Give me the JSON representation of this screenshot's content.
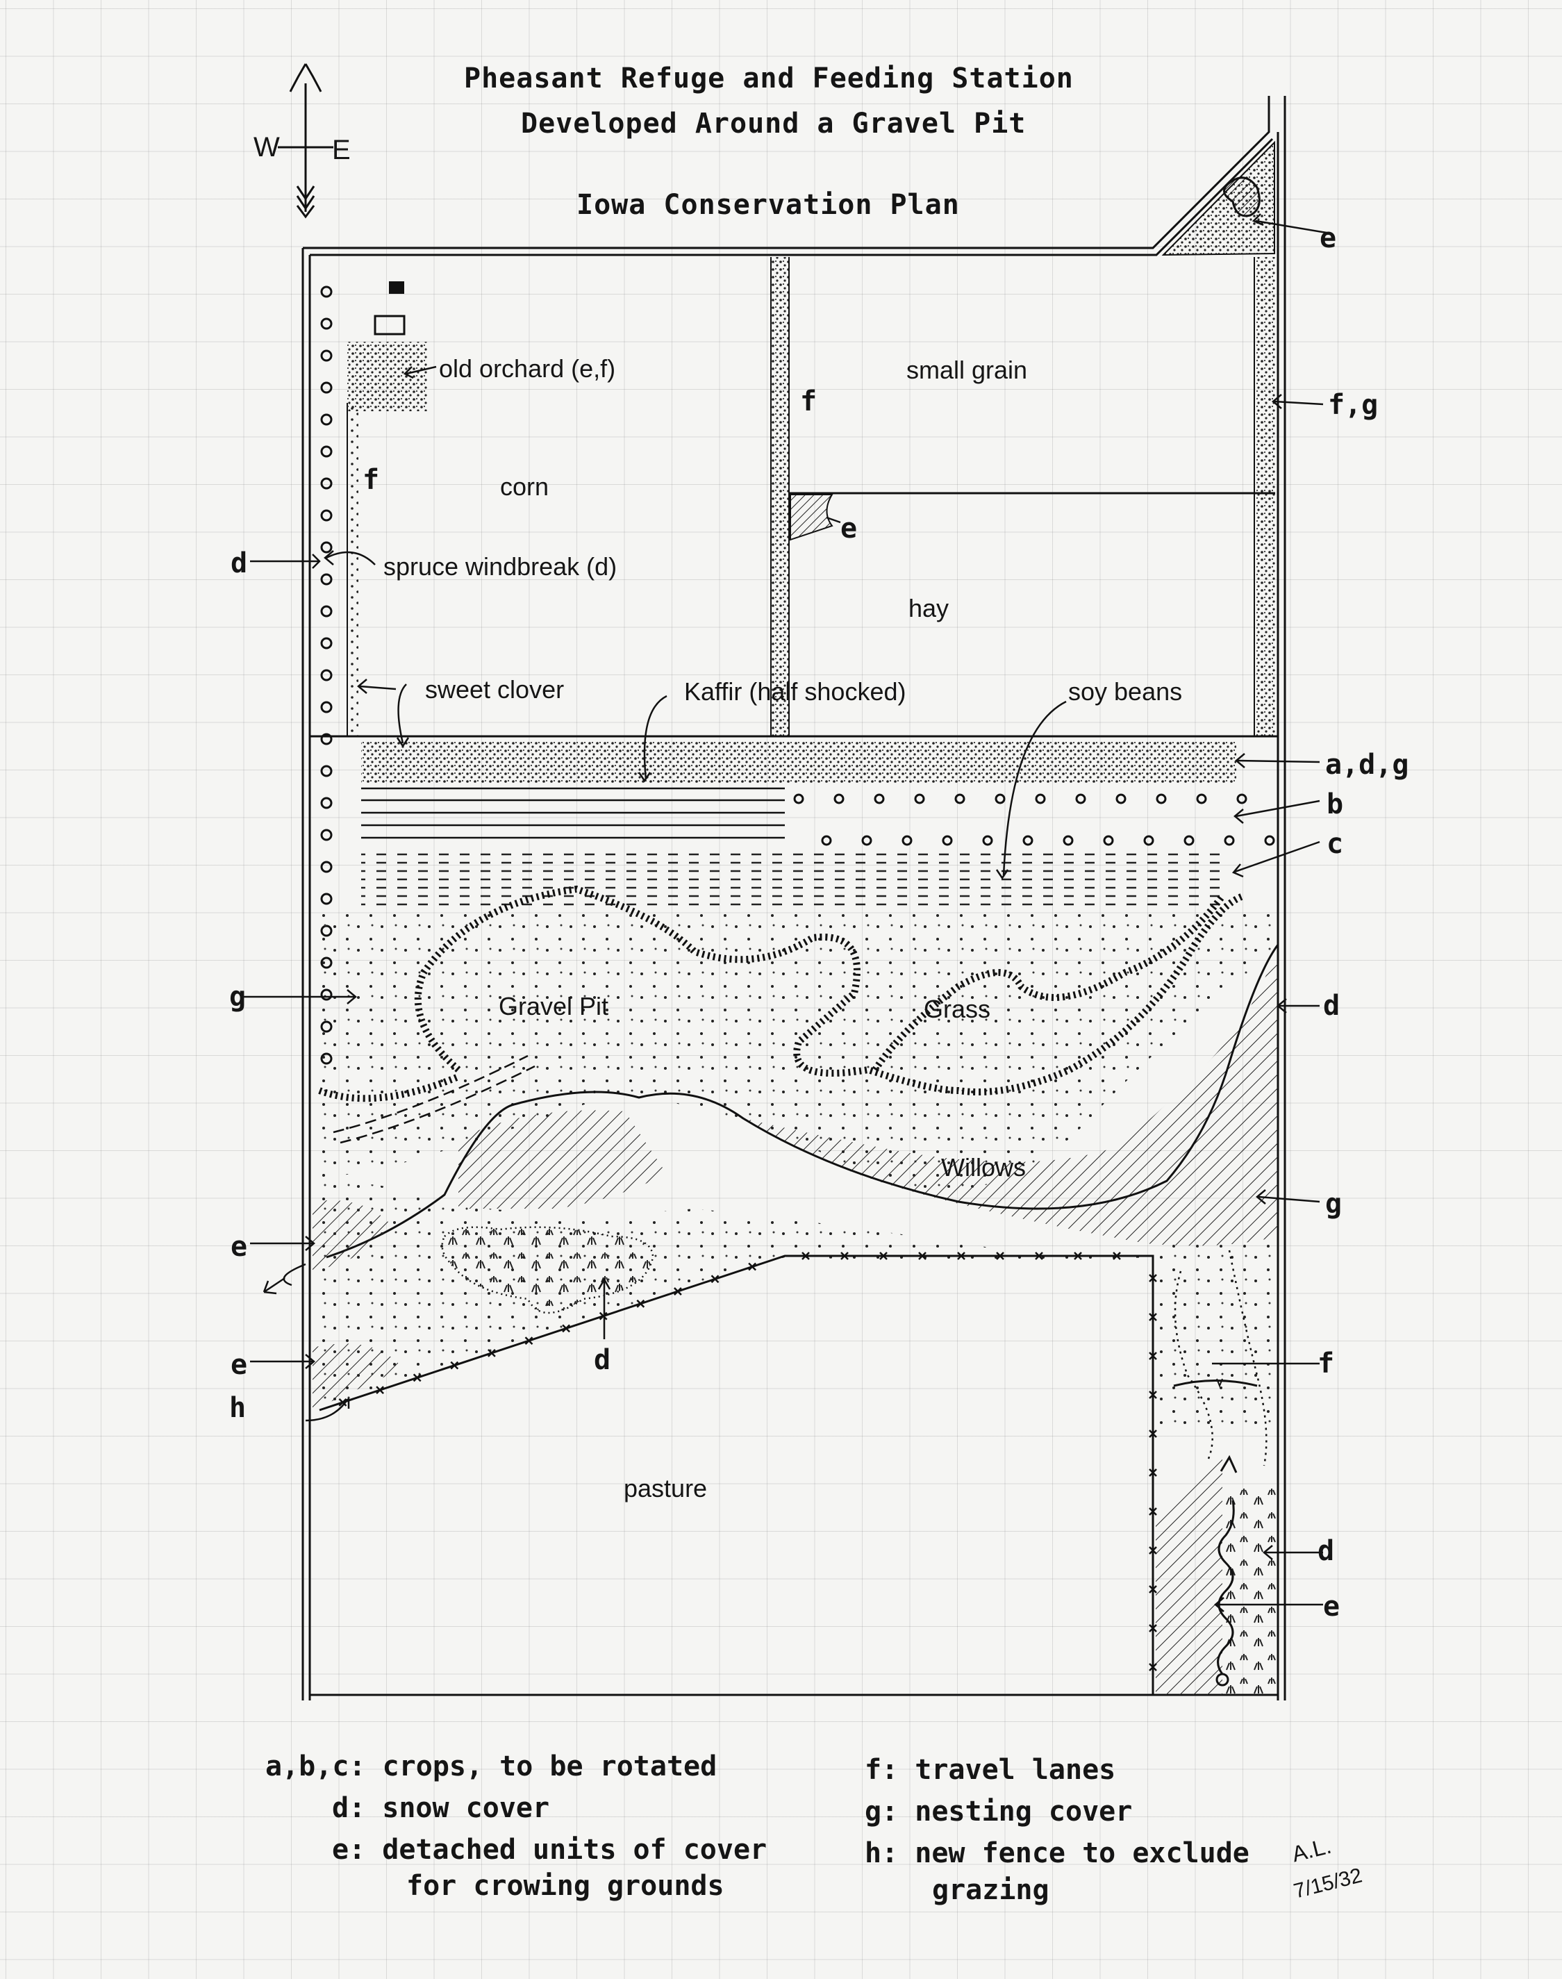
{
  "title": {
    "line1": "Pheasant Refuge and Feeding Station",
    "line2": "Developed Around a Gravel Pit",
    "line3": "Iowa Conservation Plan"
  },
  "compass": {
    "west": "W",
    "east": "E"
  },
  "areas": {
    "old_orchard": "old orchard (e,f)",
    "small_grain": "small grain",
    "corn": "corn",
    "hay": "hay",
    "spruce_windbreak": "spruce windbreak (d)",
    "sweet_clover": "sweet clover",
    "kaffir": "Kaffir (half shocked)",
    "soy_beans": "soy beans",
    "gravel_pit": "Gravel Pit",
    "grass": "Grass",
    "willows": "Willows",
    "pasture": "pasture"
  },
  "markers": {
    "e_corner": "e",
    "fg_right": "f,g",
    "f_left": "f",
    "f_middle": "f",
    "e_hay": "e",
    "d_windbreak": "d",
    "adg": "a,d,g",
    "b": "b",
    "c": "c",
    "g_left": "g",
    "d_right": "d",
    "g_right": "g",
    "e_left_upper": "e",
    "e_left_lower": "e",
    "h": "h",
    "d_center": "d",
    "f_lane": "f",
    "d_lower_right": "d",
    "e_lower_right": "e"
  },
  "legend": {
    "abc": "a,b,c: crops, to be rotated",
    "d": "d: snow cover",
    "e_line1": "e: detached units of cover",
    "e_line2": "for crowing grounds",
    "f": "f: travel lanes",
    "g": "g: nesting cover",
    "h_line1": "h: new fence to exclude",
    "h_line2": "grazing"
  },
  "signature": {
    "initials": "A.L.",
    "date": "7/15/32"
  }
}
